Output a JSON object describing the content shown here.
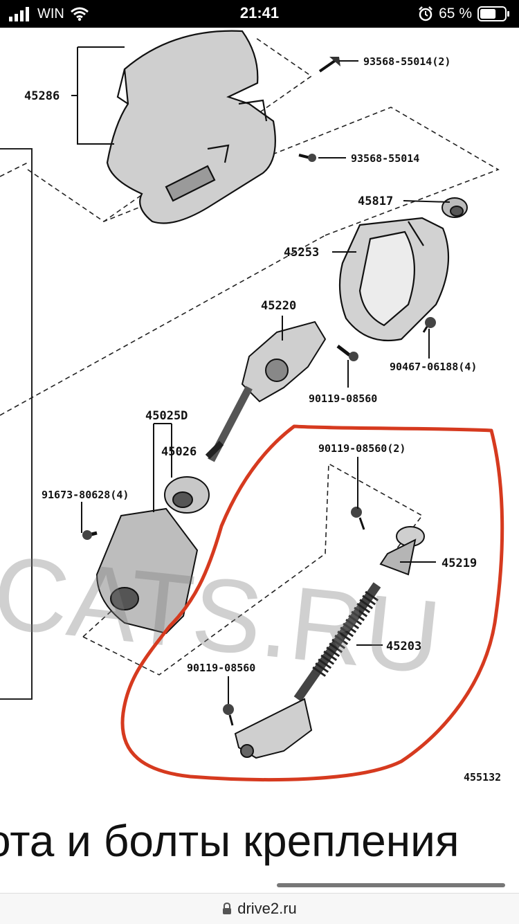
{
  "status_bar": {
    "carrier": "WIN",
    "time": "21:41",
    "battery_percent": "65 %",
    "battery_level": 0.65
  },
  "diagram": {
    "watermark": "CATS.RU",
    "figure_id": "455132",
    "part_numbers": {
      "p45286": "45286",
      "p93568_55014_2": "93568-55014(2)",
      "p93568_55014": "93568-55014",
      "p45817": "45817",
      "p45253": "45253",
      "p45220": "45220",
      "p90467_06188_4": "90467-06188(4)",
      "p90119_08560_a": "90119-08560",
      "p45025D": "45025D",
      "p45026": "45026",
      "p91673_80628_4": "91673-80628(4)",
      "p90119_08560_2": "90119-08560(2)",
      "p45219": "45219",
      "p45203": "45203",
      "p90119_08560_b": "90119-08560"
    },
    "highlight_color": "#d63a1f"
  },
  "caption": "ота и болты крепления",
  "browser": {
    "url": "drive2.ru"
  }
}
